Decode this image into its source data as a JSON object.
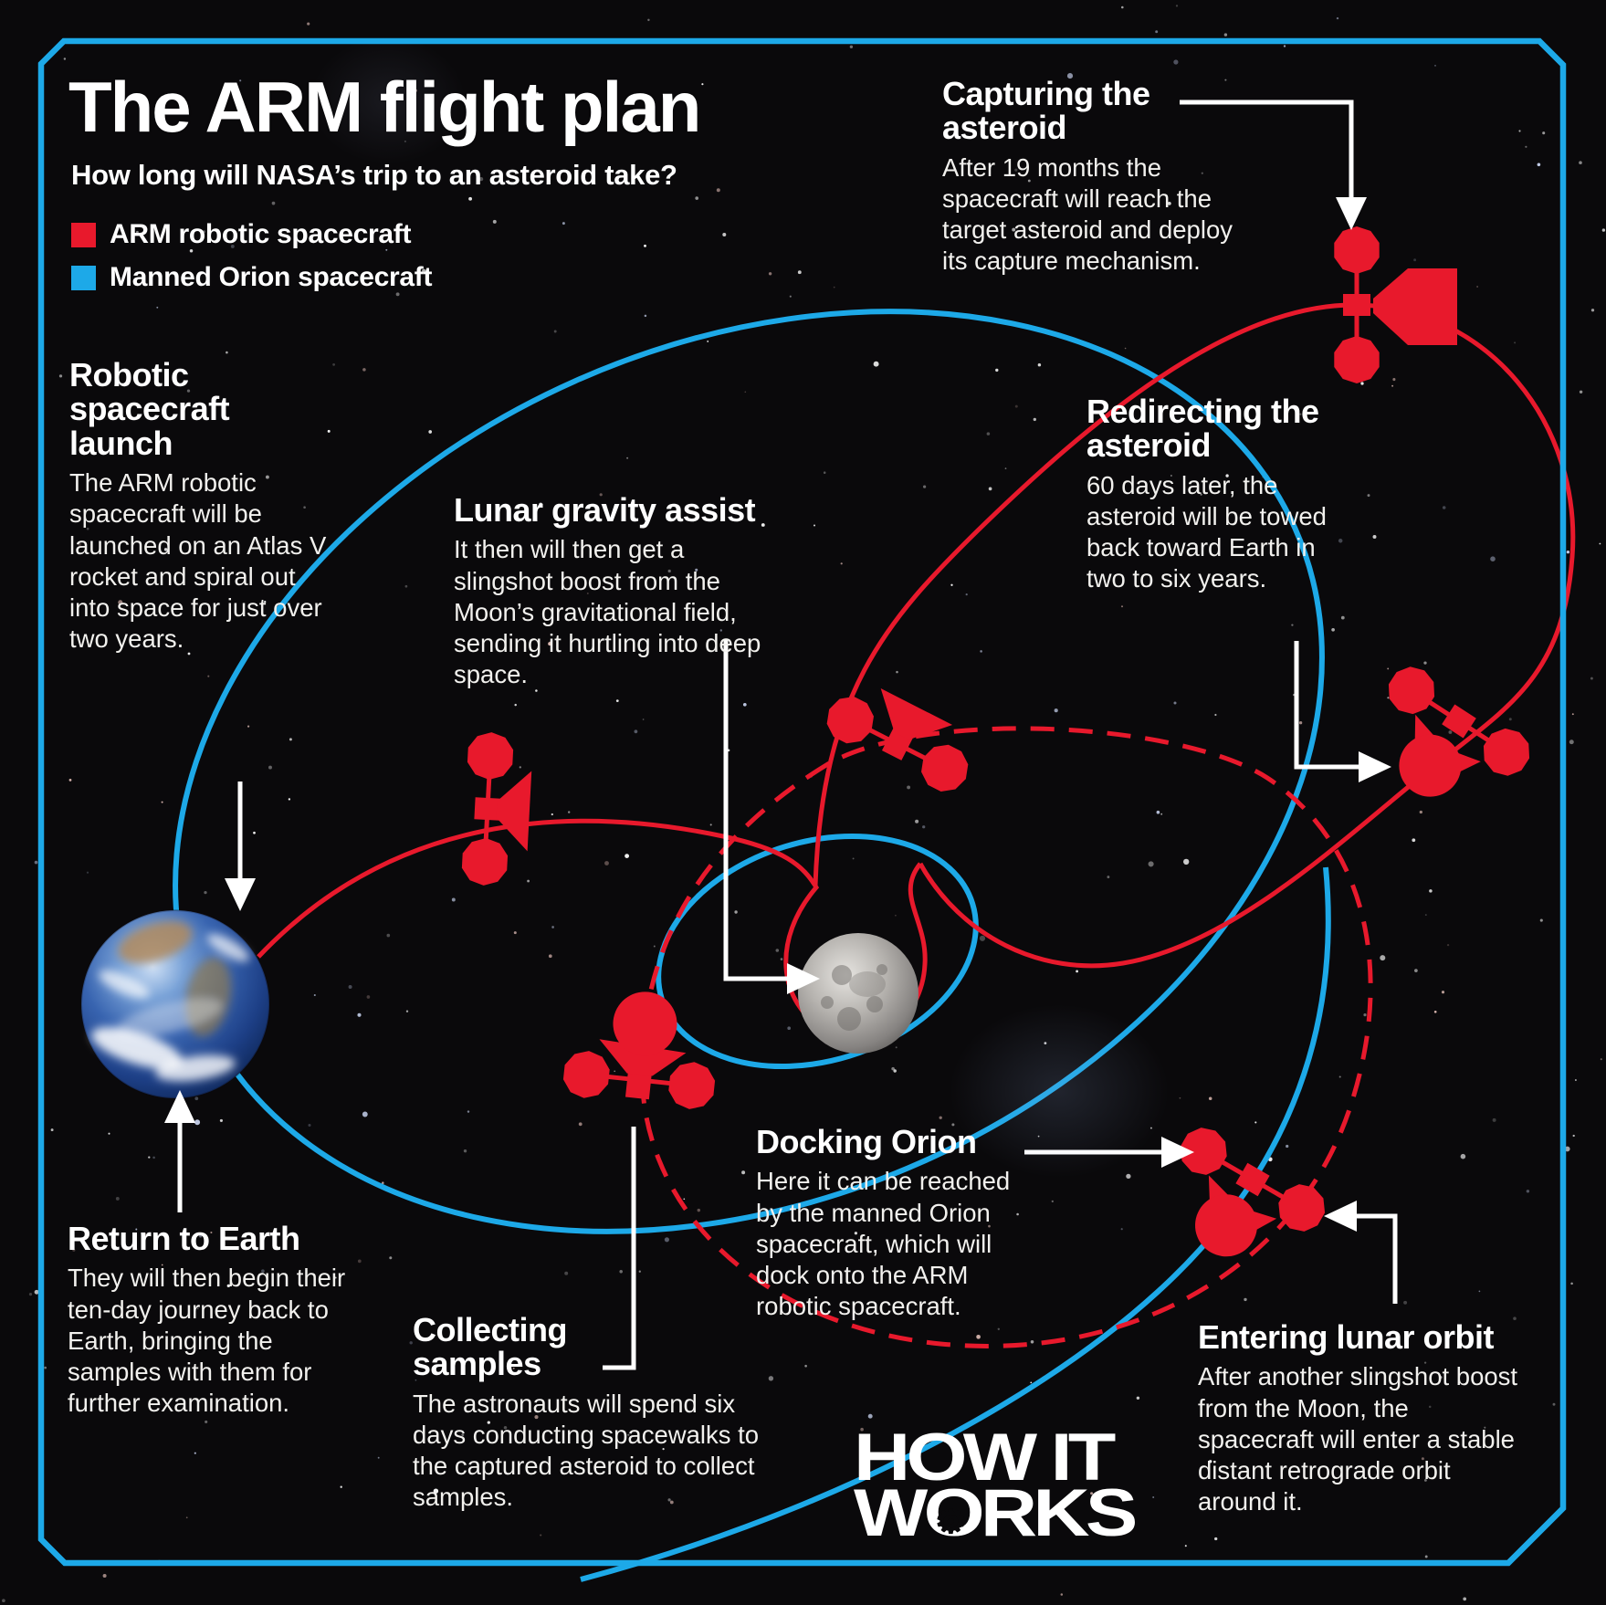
{
  "poster": {
    "title": "The ARM flight plan",
    "subtitle": "How long will NASA’s trip to an asteroid take?"
  },
  "legend": {
    "items": [
      {
        "label": "ARM robotic spacecraft",
        "color": "#e8192c"
      },
      {
        "label": "Manned Orion spacecraft",
        "color": "#1da9e8"
      }
    ]
  },
  "colors": {
    "arm_red": "#e8192c",
    "orion_blue": "#1da9e8",
    "background": "#0a090b",
    "frame": "#1da9e8",
    "text": "#ffffff"
  },
  "steps": {
    "launch": {
      "heading": "Robotic spacecraft launch",
      "body": "The ARM robotic spacecraft will be launched on an Atlas V rocket and spiral out into space for just over two years."
    },
    "lunar_assist": {
      "heading": "Lunar gravity assist",
      "body": "It then will then get a slingshot boost from the Moon’s gravitational field, sending it hurtling into deep space."
    },
    "capturing": {
      "heading": "Capturing the asteroid",
      "body": "After 19 months the spacecraft will reach the target asteroid and deploy its capture mechanism."
    },
    "redirecting": {
      "heading": "Redirecting the asteroid",
      "body": "60 days later, the asteroid will be towed back toward Earth in two to six years."
    },
    "docking": {
      "heading": "Docking Orion",
      "body": "Here it can be reached by the manned Orion spacecraft, which will dock onto the ARM robotic spacecraft."
    },
    "entering": {
      "heading": "Entering lunar orbit",
      "body": "After another slingshot boost from the Moon, the spacecraft will enter a stable distant retrograde orbit around it."
    },
    "collecting": {
      "heading": "Collecting samples",
      "body": "The astronauts will spend six days conducting spacewalks to the captured asteroid to collect samples."
    },
    "returning": {
      "heading": "Return to Earth",
      "body": "They will then begin their ten-day journey back to Earth, bringing the samples with them for further examination."
    }
  },
  "logo": {
    "line1": "HOW IT",
    "line2": "WORKS",
    "gear_icon": "⚙"
  }
}
